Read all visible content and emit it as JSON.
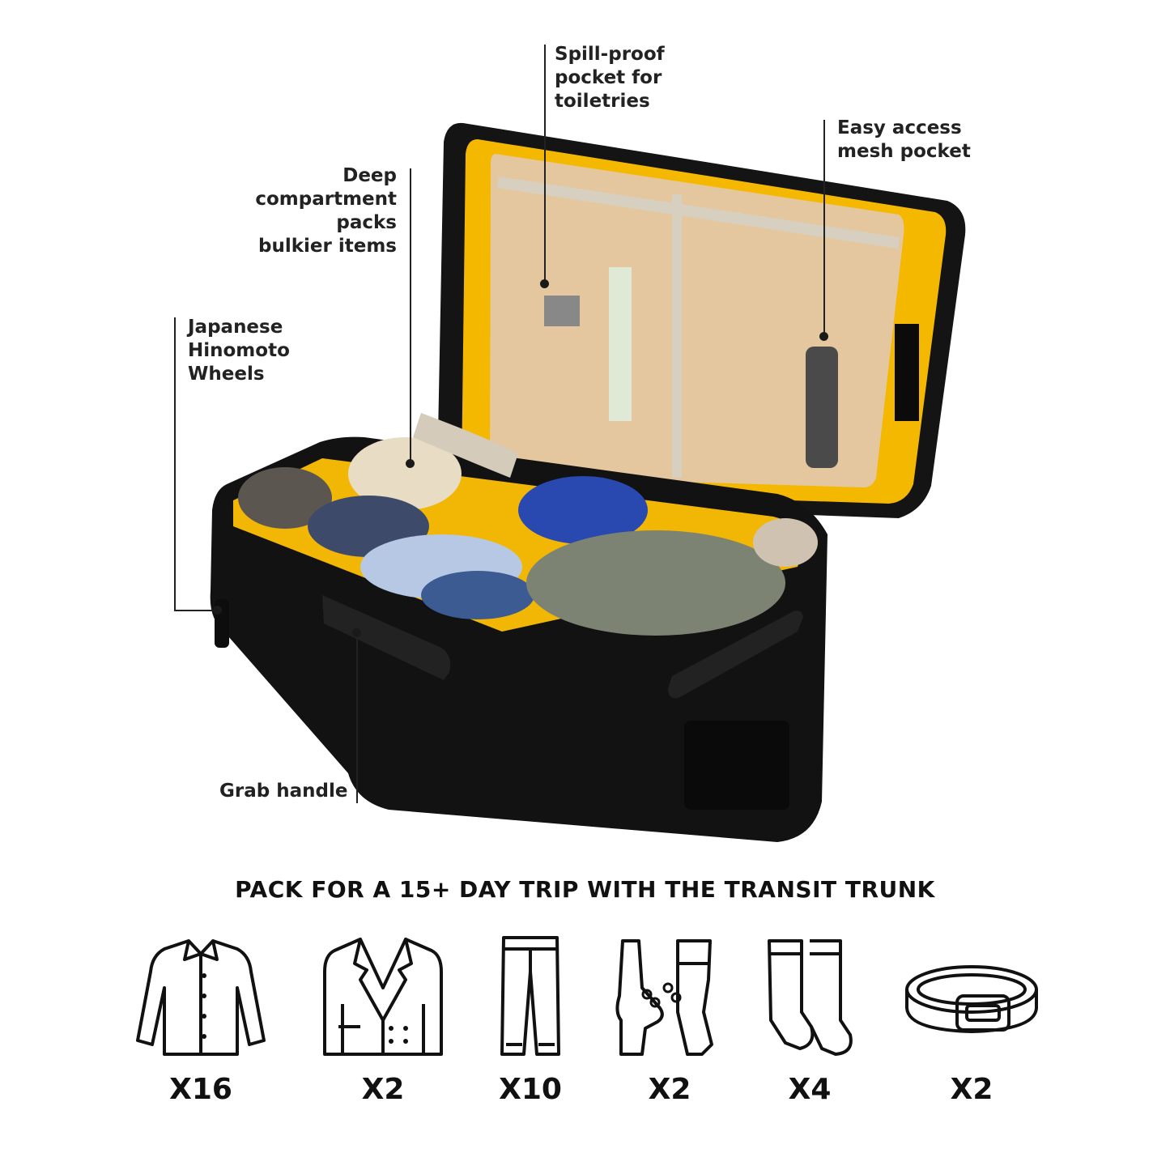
{
  "callouts": {
    "spill": "Spill-proof\npocket for\ntoiletries",
    "mesh": "Easy access\nmesh pocket",
    "deep": "Deep\ncompartment\npacks\nbulkier items",
    "wheels": "Japanese\nHinomoto\nWheels",
    "handle": "Grab handle"
  },
  "headline": "PACK FOR A 15+ DAY TRIP WITH THE TRANSIT TRUNK",
  "items": [
    {
      "icon": "shirt-icon",
      "qty": "X16"
    },
    {
      "icon": "blazer-icon",
      "qty": "X2"
    },
    {
      "icon": "trousers-icon",
      "qty": "X10"
    },
    {
      "icon": "shoes-icon",
      "qty": "X2"
    },
    {
      "icon": "socks-icon",
      "qty": "X4"
    },
    {
      "icon": "belt-icon",
      "qty": "X2"
    }
  ],
  "colors": {
    "shell": "#111111",
    "lining": "#f2b705",
    "fabric": "#e9dcc4"
  }
}
